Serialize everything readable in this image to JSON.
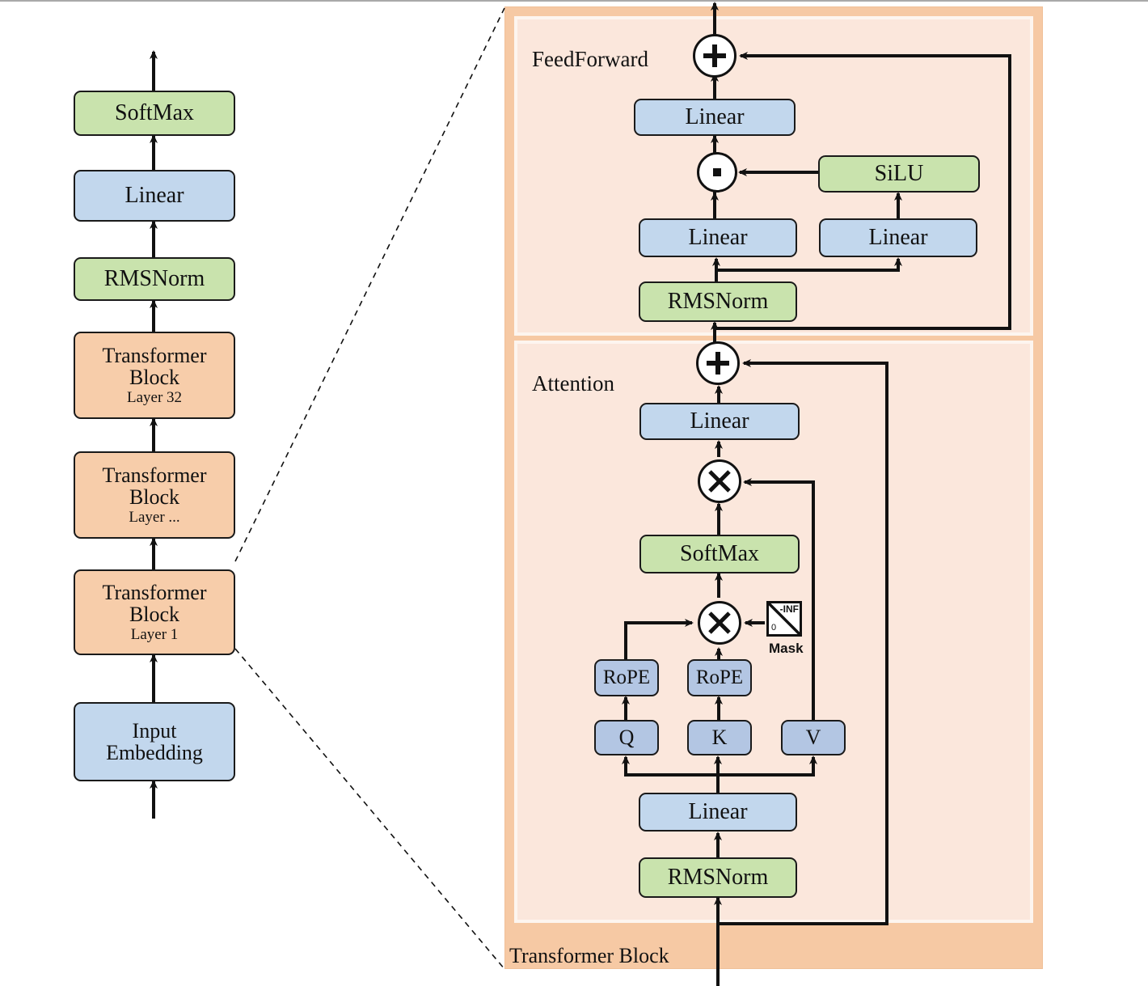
{
  "diagram": {
    "title": "Transformer Block",
    "left_stack": {
      "items": [
        {
          "label": "SoftMax",
          "sub": "",
          "kind": "green"
        },
        {
          "label": "Linear",
          "sub": "",
          "kind": "blue"
        },
        {
          "label": "RMSNorm",
          "sub": "",
          "kind": "green"
        },
        {
          "label": "Transformer Block",
          "sub": "Layer 32",
          "kind": "orange"
        },
        {
          "label": "Transformer Block",
          "sub": "Layer ...",
          "kind": "orange"
        },
        {
          "label": "Transformer Block",
          "sub": "Layer 1",
          "kind": "orange"
        },
        {
          "label": "Input Embedding",
          "sub": "",
          "kind": "blue"
        }
      ]
    },
    "detail": {
      "outer_label": "Transformer Block",
      "feedforward": {
        "label": "FeedForward",
        "add_op": "+",
        "mul_op": "·",
        "out_linear": "Linear",
        "silu": "SiLU",
        "gate_linear": "Linear",
        "up_linear": "Linear",
        "rmsnorm": "RMSNorm"
      },
      "attention": {
        "label": "Attention",
        "add_op": "+",
        "matmul_op": "×",
        "score_op": "×",
        "out_linear": "Linear",
        "softmax": "SoftMax",
        "rope_q": "RoPE",
        "rope_k": "RoPE",
        "q": "Q",
        "k": "K",
        "v": "V",
        "qkv_linear": "Linear",
        "rmsnorm": "RMSNorm",
        "mask": {
          "name": "Mask",
          "low": "0",
          "high": "-INF"
        }
      }
    },
    "colors": {
      "blue": "#c2d7ed",
      "blue_dark": "#b3c6e3",
      "green": "#c9e3ad",
      "orange": "#f7cdaa",
      "panel_outer": "#f6c9a4",
      "panel_inner": "#fbe7dc",
      "stroke": "#1a1a1a"
    }
  }
}
